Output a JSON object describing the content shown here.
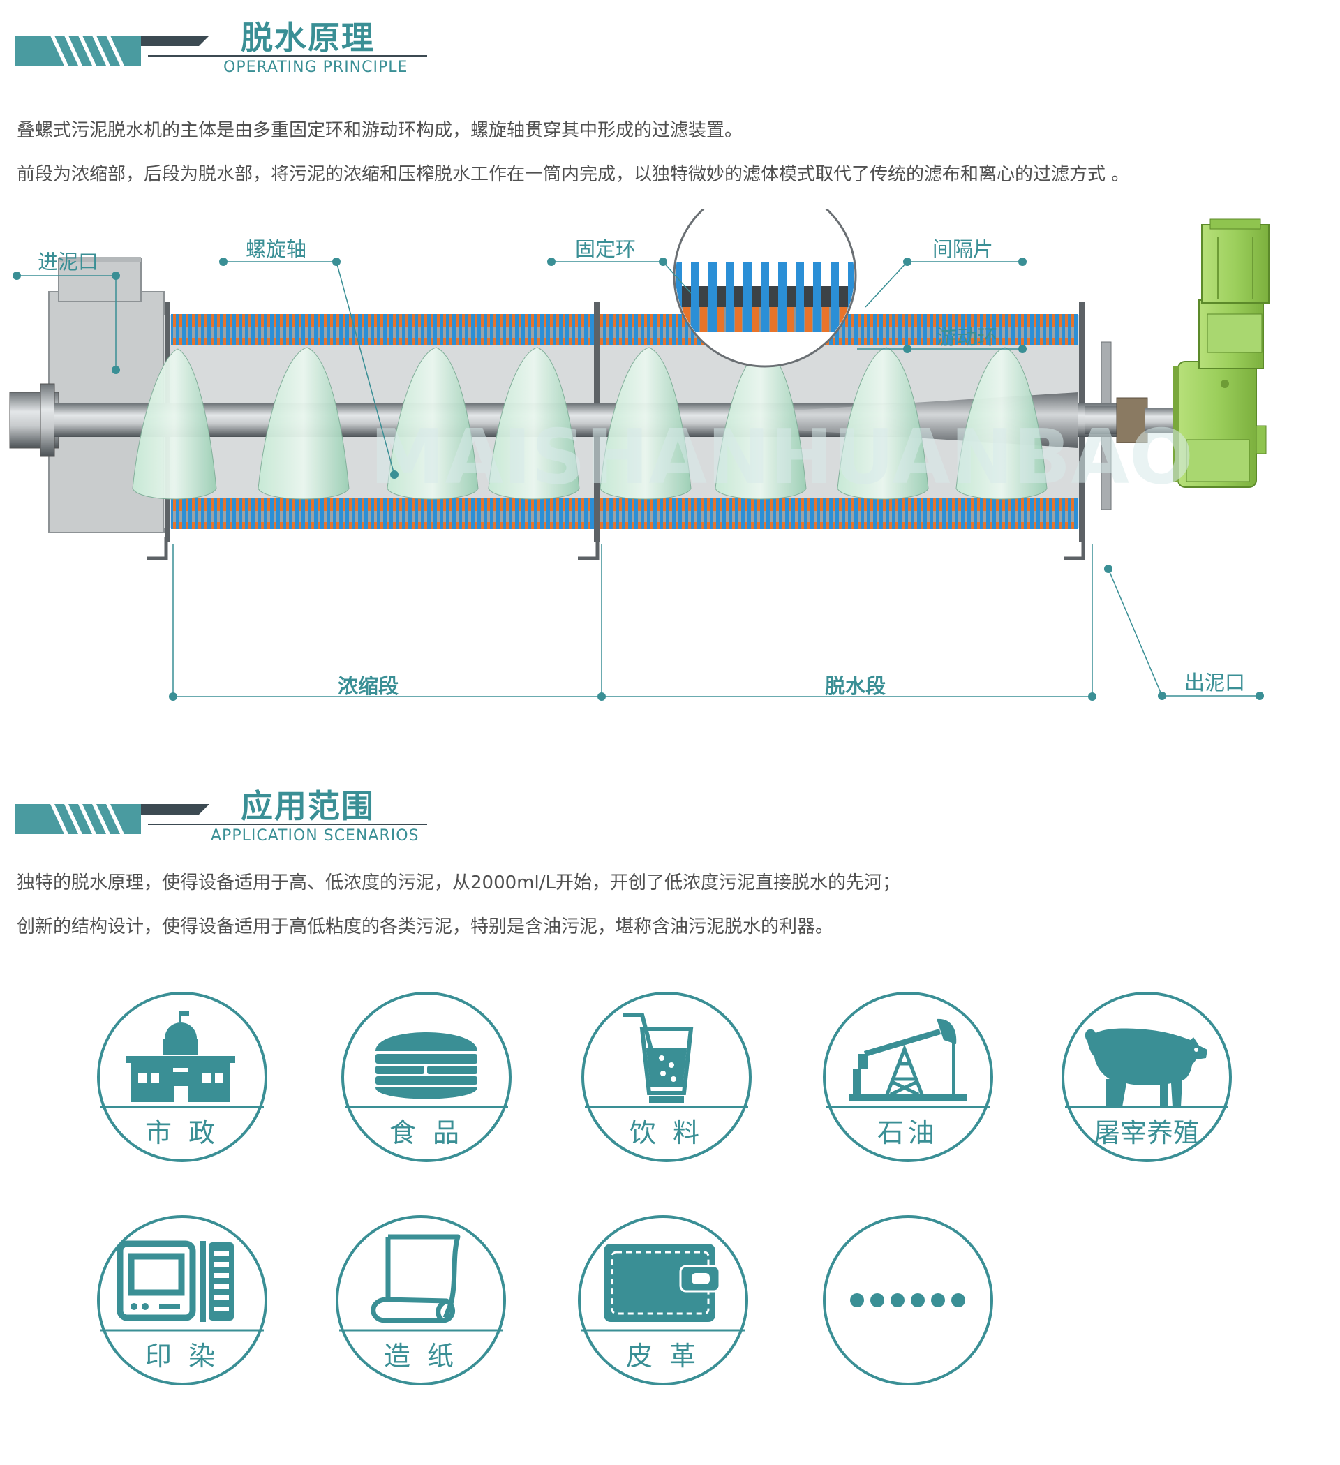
{
  "section1": {
    "title": "脱水原理",
    "subtitle": "OPERATING PRINCIPLE"
  },
  "principle_text": [
    "叠螺式污泥脱水机的主体是由多重固定环和游动环构成，螺旋轴贯穿其中形成的过滤装置。",
    "前段为浓缩部，后段为脱水部，将污泥的浓缩和压榨脱水工作在一筒内完成，以独特微妙的滤体模式取代了传统的滤布和离心的过滤方式 。"
  ],
  "diagram": {
    "labels": {
      "inlet": "进泥口",
      "screw_shaft": "螺旋轴",
      "fixed_ring": "固定环",
      "spacer": "间隔片",
      "moving_ring": "游动环",
      "outlet": "出泥口",
      "thickening": "浓缩段",
      "dewatering": "脱水段"
    },
    "watermark": "MAISHANHUANBAO",
    "colors": {
      "motor": "#9acd5a",
      "ring_blue": "#2b8fd6",
      "ring_orange": "#e8742a",
      "accent": "#3a8f95"
    }
  },
  "section2": {
    "title": "应用范围",
    "subtitle": "APPLICATION SCENARIOS"
  },
  "application_text": [
    "独特的脱水原理，使得设备适用于高、低浓度的污泥，从2000ml/L开始，开创了低浓度污泥直接脱水的先河；",
    "创新的结构设计，使得设备适用于高低粘度的各类污泥，特别是含油污泥，堪称含油污泥脱水的利器。"
  ],
  "applications": [
    {
      "label": "市 政",
      "icon": "municipal-building-icon"
    },
    {
      "label": "食 品",
      "icon": "burger-icon"
    },
    {
      "label": "饮 料",
      "icon": "drink-cup-icon"
    },
    {
      "label": "石油",
      "icon": "oil-pump-icon"
    },
    {
      "label": "屠宰养殖",
      "icon": "pig-icon"
    },
    {
      "label": "印 染",
      "icon": "printing-machine-icon"
    },
    {
      "label": "造 纸",
      "icon": "paper-roll-icon"
    },
    {
      "label": "皮 革",
      "icon": "leather-wallet-icon"
    },
    {
      "label": "",
      "icon": "more-dots-icon"
    }
  ]
}
